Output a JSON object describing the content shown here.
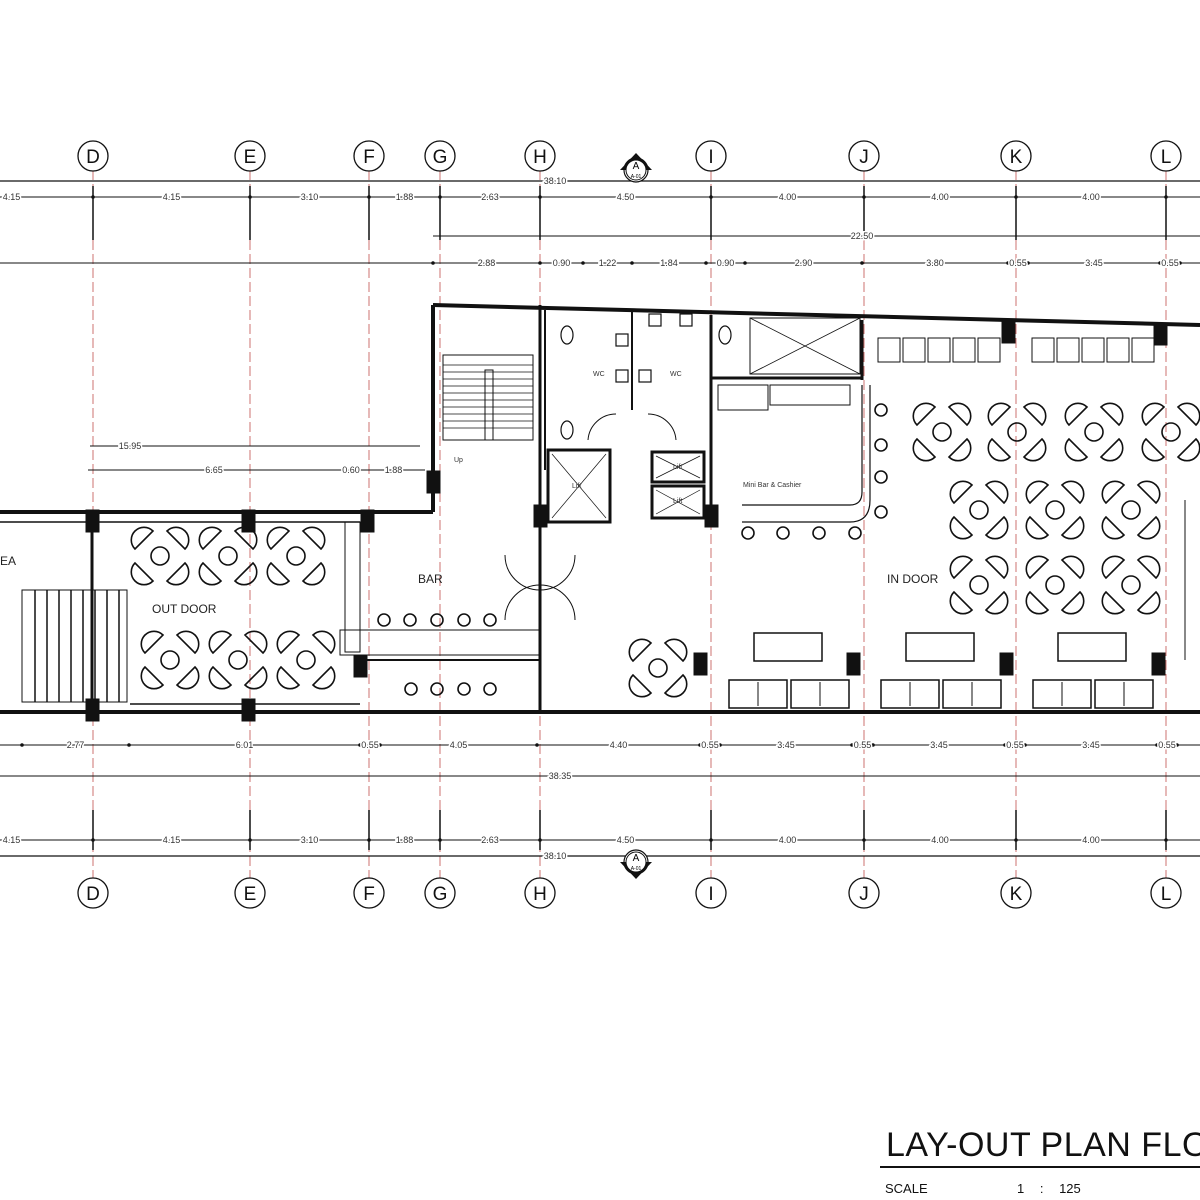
{
  "drawing": {
    "grid_labels": [
      "D",
      "E",
      "F",
      "G",
      "H",
      "I",
      "J",
      "K",
      "L"
    ],
    "dims_top_overall": "38.10",
    "dims_top_row": [
      "4.15",
      "4.15",
      "3.10",
      "1.88",
      "2.63",
      "4.50",
      "4.00",
      "4.00",
      "4.00"
    ],
    "dims_top_inner_overall": "22.50",
    "dims_top_inner_row": [
      "2.88",
      "0.90",
      "1.22",
      "1.84",
      "0.90",
      "2.90",
      "3.80",
      "0.55",
      "3.45",
      "0.55"
    ],
    "dims_mid_overall": "15.95",
    "dims_mid_row": [
      "6.65",
      "0.60",
      "1.88"
    ],
    "dims_bottom_inner_row": [
      "2.77",
      "6.01",
      "0.55",
      "4.05",
      "4.40",
      "0.55",
      "3.45",
      "0.55",
      "3.45",
      "0.55",
      "3.45",
      "0.55"
    ],
    "dims_bottom_inner_overall": "38.35",
    "dims_bottom_row": [
      "4.15",
      "4.15",
      "3.10",
      "1.88",
      "2.63",
      "4.50",
      "4.00",
      "4.00",
      "4.00"
    ],
    "dims_bottom_overall": "38.10",
    "section_marker": {
      "letter": "A",
      "sheet": "A-01"
    },
    "rooms": {
      "area_partial": "EA",
      "outdoor": "OUT DOOR",
      "bar": "BAR",
      "wc_left": "WC",
      "wc_right": "WC",
      "stair_up": "Up",
      "lift": "Lift",
      "mini_bar": "Mini Bar & Cashier",
      "indoor": "IN DOOR"
    },
    "colors": {
      "line": "#111111",
      "grid_axis": "#c0504d"
    }
  },
  "title_block": {
    "title": "LAY-OUT PLAN FLO",
    "scale_label": "SCALE",
    "scale_value": "1 : 125"
  }
}
